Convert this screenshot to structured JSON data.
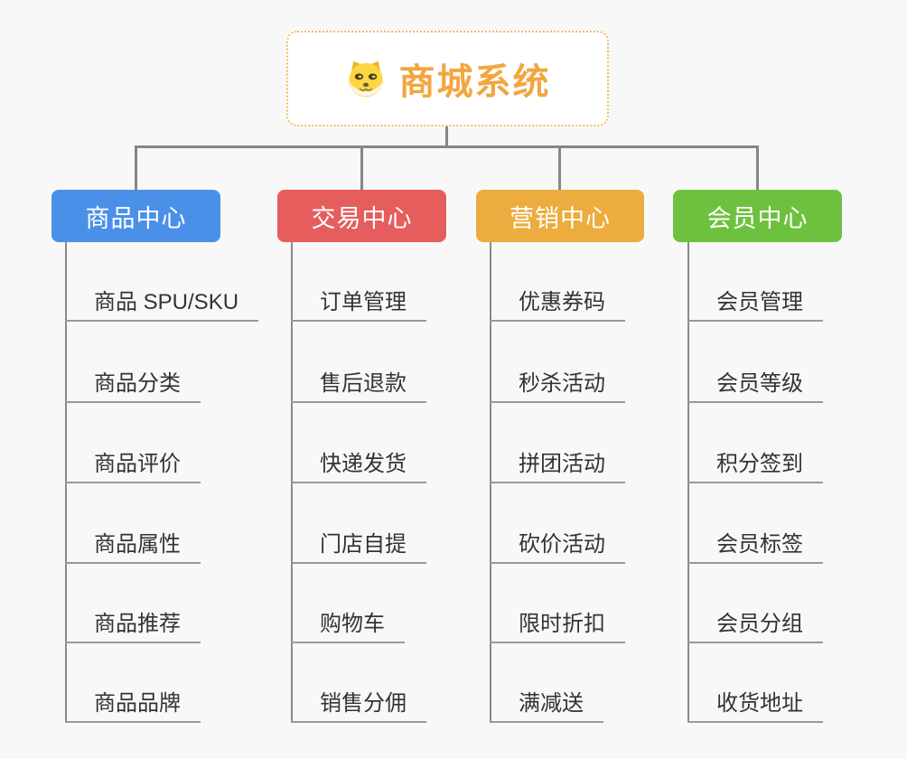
{
  "root": {
    "title": "商城系统",
    "icon": "dog-face-icon",
    "accent_color": "#f2a640",
    "border_color": "#f3bb62"
  },
  "connector_color": "#868686",
  "background_color": "#f8f8f8",
  "branches": [
    {
      "label": "商品中心",
      "color": "#4b90e8",
      "items": [
        "商品 SPU/SKU",
        "商品分类",
        "商品评价",
        "商品属性",
        "商品推荐",
        "商品品牌"
      ]
    },
    {
      "label": "交易中心",
      "color": "#e65d5d",
      "items": [
        "订单管理",
        "售后退款",
        "快递发货",
        "门店自提",
        "购物车",
        "销售分佣"
      ]
    },
    {
      "label": "营销中心",
      "color": "#ecac3e",
      "items": [
        "优惠券码",
        "秒杀活动",
        "拼团活动",
        "砍价活动",
        "限时折扣",
        "满减送"
      ]
    },
    {
      "label": "会员中心",
      "color": "#6ec13e",
      "items": [
        "会员管理",
        "会员等级",
        "积分签到",
        "会员标签",
        "会员分组",
        "收货地址"
      ]
    }
  ]
}
